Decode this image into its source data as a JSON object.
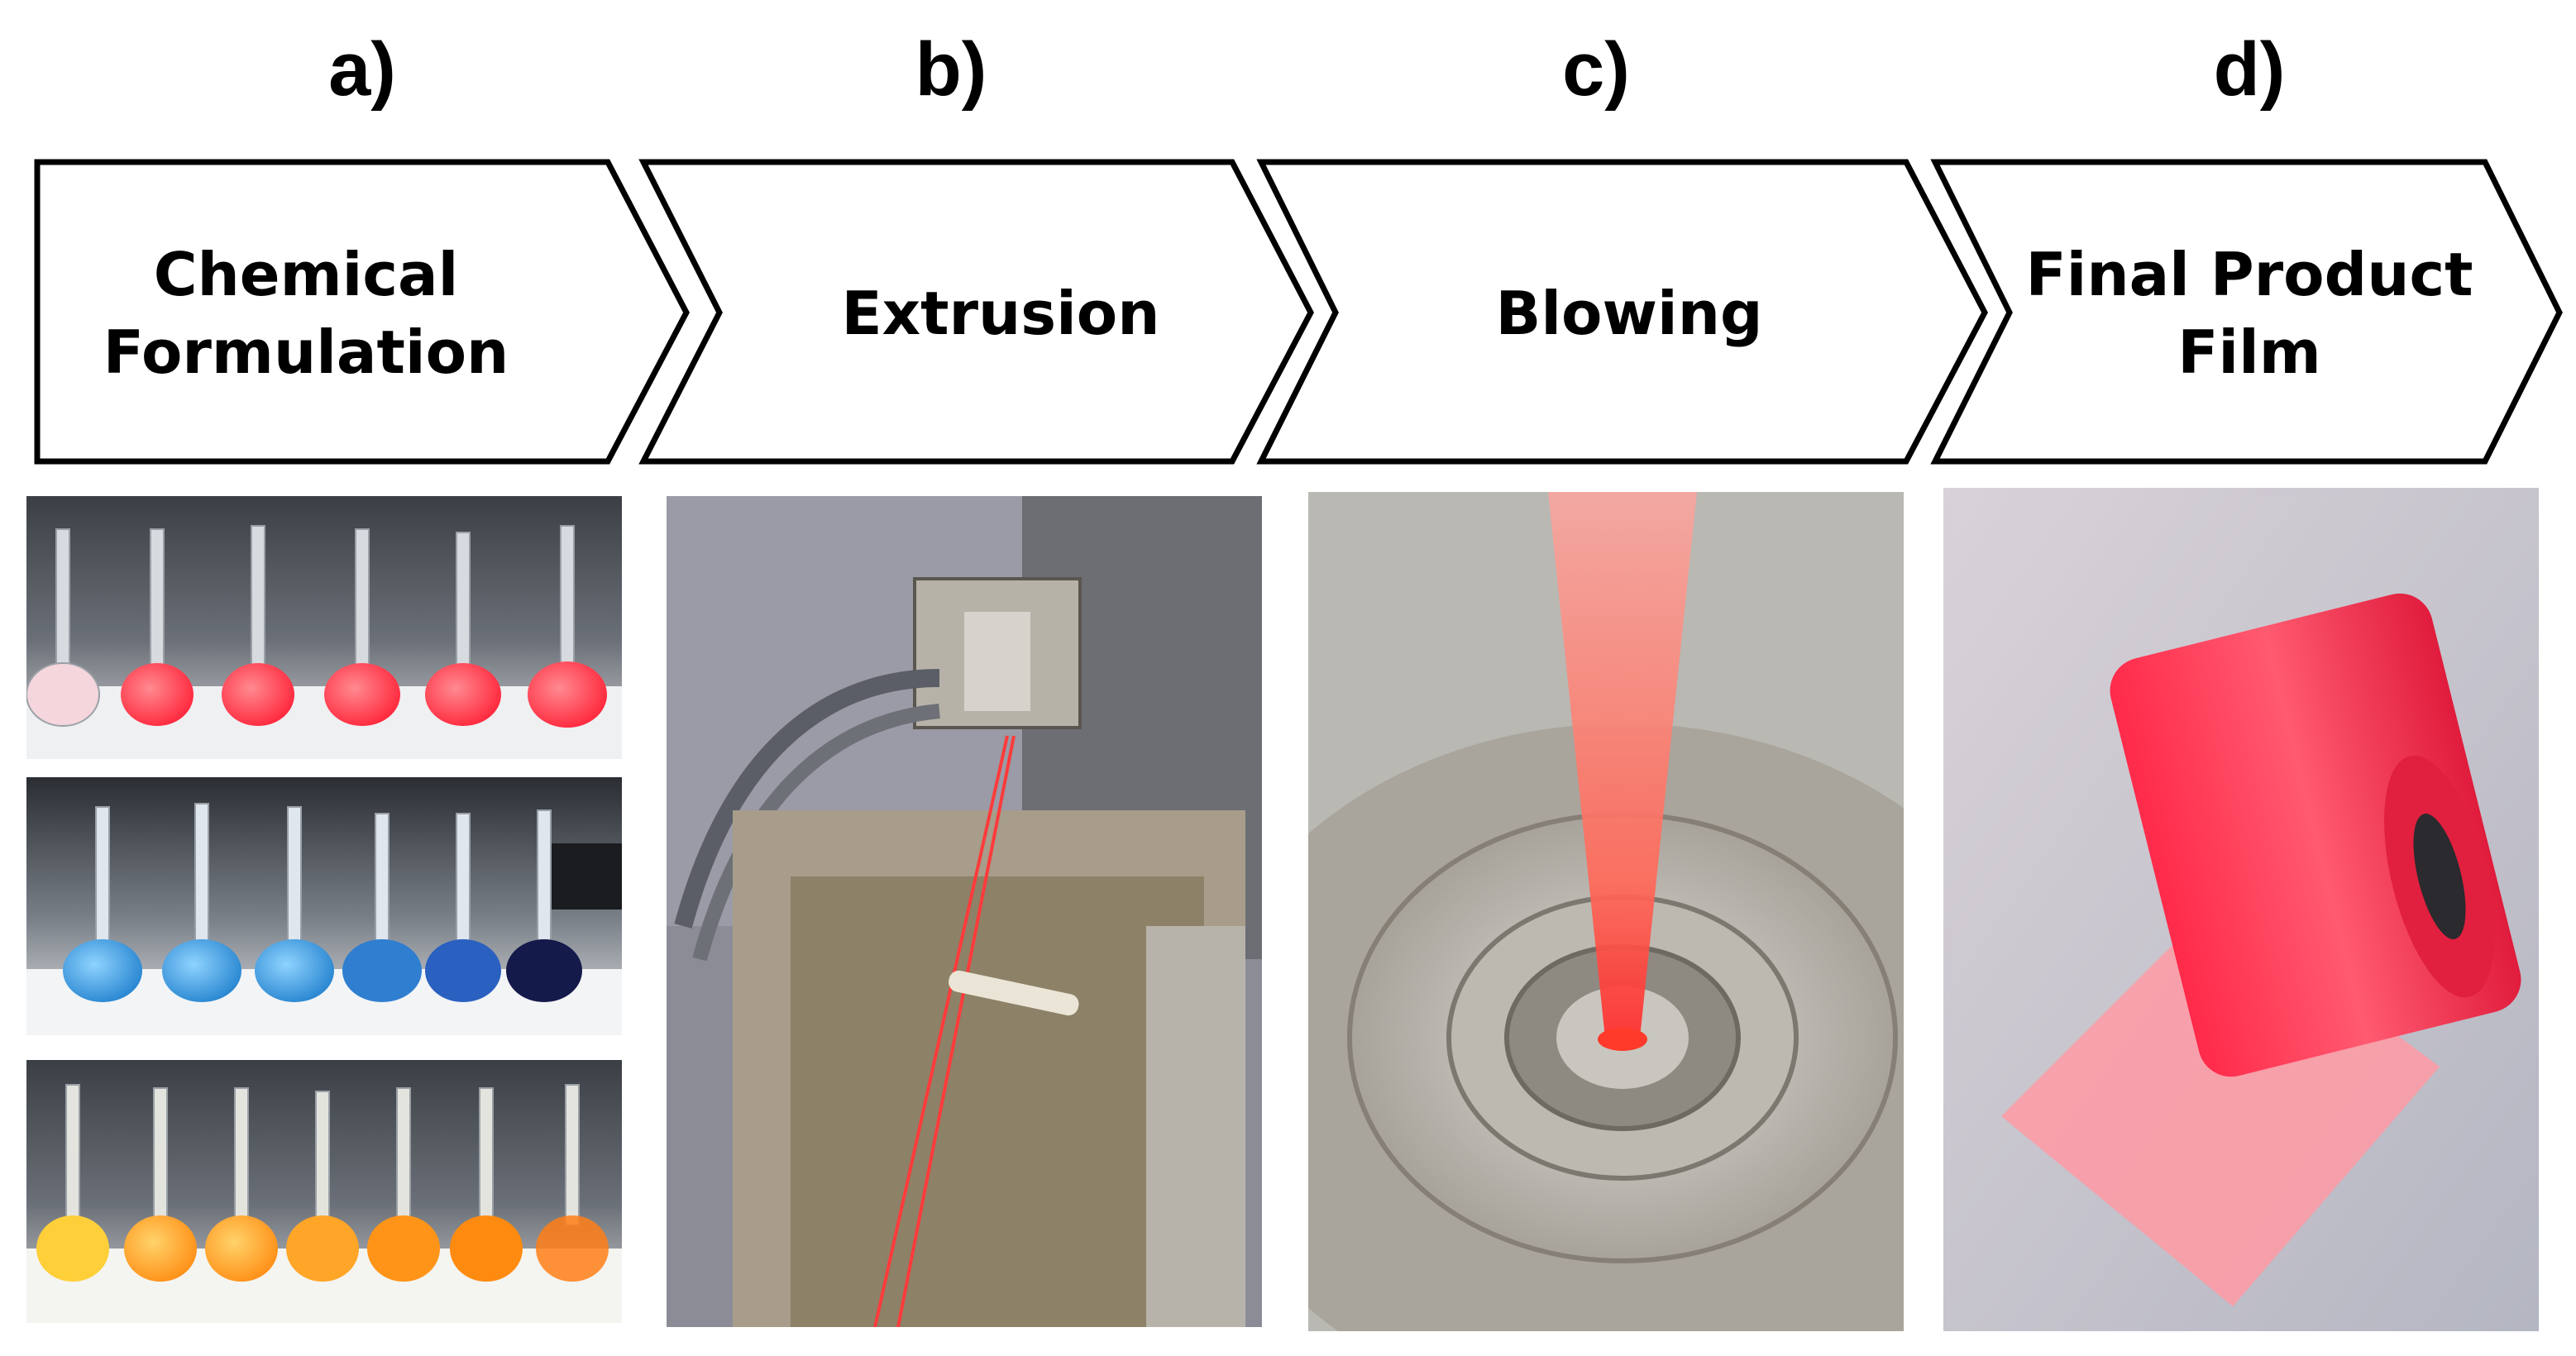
{
  "panels": [
    {
      "letter": "a)",
      "label_lines": [
        "Chemical",
        "Formulation"
      ]
    },
    {
      "letter": "b)",
      "label_lines": [
        "Extrusion"
      ]
    },
    {
      "letter": "c)",
      "label_lines": [
        "Blowing"
      ]
    },
    {
      "letter": "d)",
      "label_lines": [
        "Final Product",
        "Film"
      ]
    }
  ],
  "colors": {
    "arrow_stroke": "#000000",
    "arrow_fill": "#ffffff",
    "red_solution": "#ff2a3a",
    "blue_solution": "#2e8fd6",
    "orange_solution": "#ff9a1a",
    "film_pink": "#ff2a4a"
  }
}
